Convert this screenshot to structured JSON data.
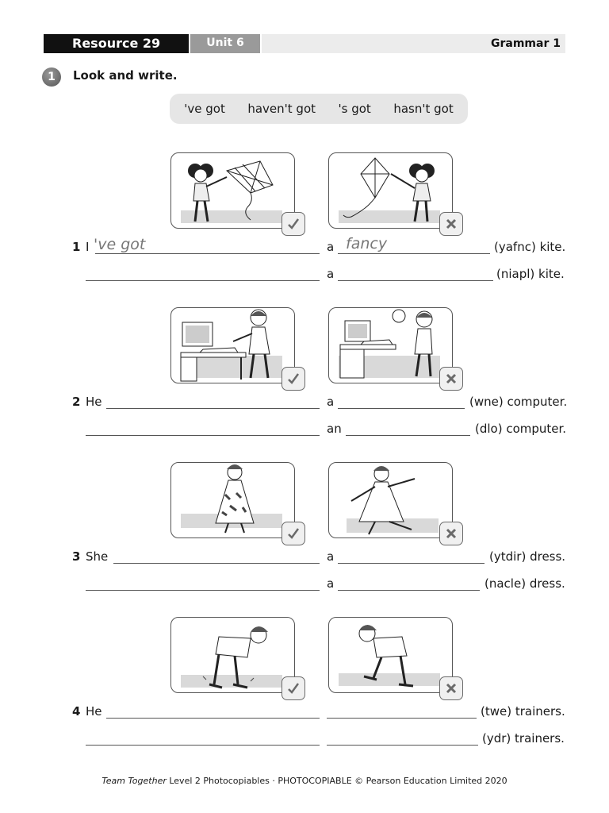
{
  "header": {
    "resource": "Resource 29",
    "unit": "Unit 6",
    "section": "Grammar 1"
  },
  "exercise": {
    "number": "1",
    "title": "Look and write."
  },
  "word_box": [
    "'ve got",
    "haven't got",
    "'s got",
    "hasn't got"
  ],
  "items": [
    {
      "num": "1",
      "subject": "I",
      "answer1": "'ve got",
      "art1": "a",
      "answer2": "fancy",
      "clue1": "(yafnc) kite.",
      "art2": "a",
      "clue2": "(niapl) kite."
    },
    {
      "num": "2",
      "subject": "He",
      "art1": "a",
      "clue1": "(wne) computer.",
      "art2": "an",
      "clue2": "(dlo) computer."
    },
    {
      "num": "3",
      "subject": "She",
      "art1": "a",
      "clue1": "(ytdir) dress.",
      "art2": "a",
      "clue2": "(nacle) dress."
    },
    {
      "num": "4",
      "subject": "He",
      "clue1": "(twe) trainers.",
      "clue2": "(ydr) trainers."
    }
  ],
  "footer": {
    "series": "Team Together",
    "rest": " Level 2 Photocopiables  ·  PHOTOCOPIABLE © Pearson Education Limited 2020"
  },
  "colors": {
    "header_black": "#111111",
    "header_gray": "#9a9a9a",
    "word_box": "#e6e6e6"
  },
  "icons": [
    "check-icon",
    "cross-icon"
  ]
}
